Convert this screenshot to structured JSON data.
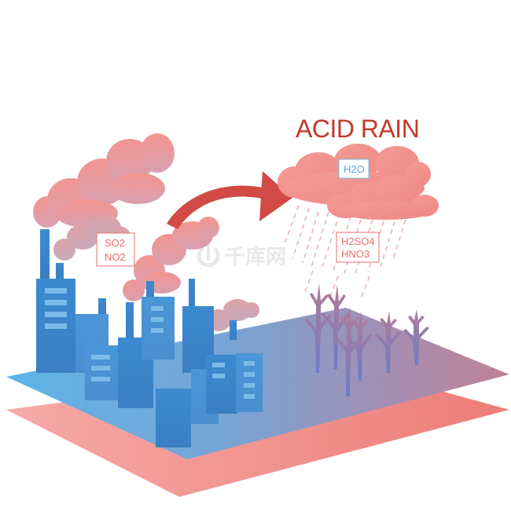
{
  "title": "ACID RAIN",
  "cloud_label": "H2O",
  "rain_label": {
    "line1": "H2SO4",
    "line2": "HNO3"
  },
  "gas_label": {
    "line1": "SO2",
    "line2": "NO2"
  },
  "watermark": {
    "text": "千库网",
    "icon": "ic-logo-icon"
  },
  "colors": {
    "title": "#c0392b",
    "smoke": "#f1908d",
    "building_blue": "#3a86c8",
    "ground_blue": "#5db4e6",
    "ground_pink": "#f3a3a0",
    "arrow": "#d14a45",
    "tree_purple": "#7e74b4",
    "label_border": "#e86f6a",
    "cloud_label_border": "#7fb8e0"
  },
  "icons": [
    "arrow-icon",
    "cloud-icon",
    "factory-icon",
    "tree-icon",
    "rain-icon"
  ]
}
